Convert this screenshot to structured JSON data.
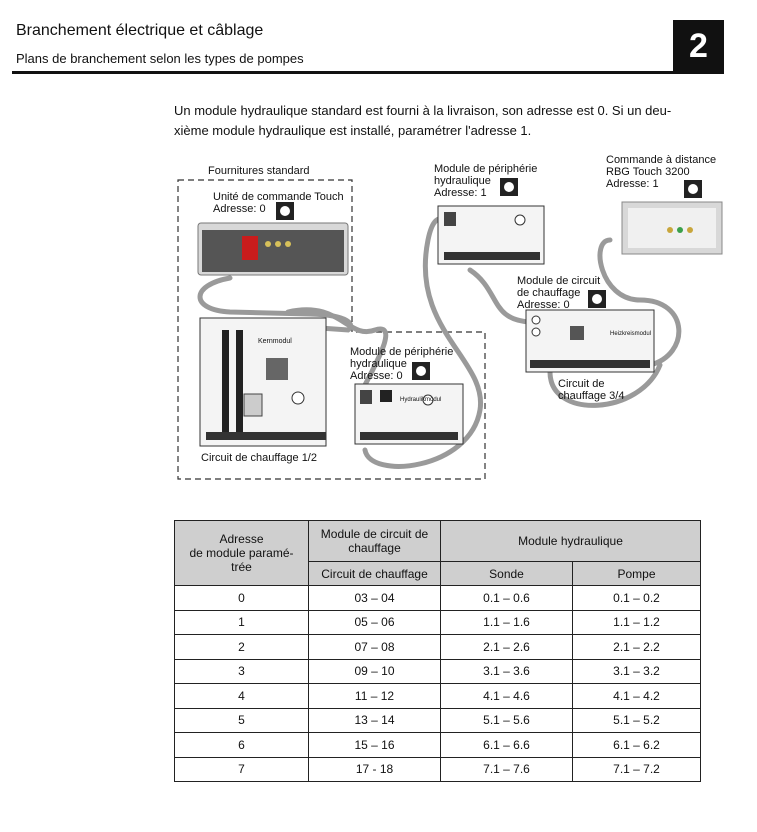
{
  "header": {
    "title": "Branchement électrique et câblage",
    "subtitle": "Plans de branchement selon les types de pompes",
    "chapter": "2"
  },
  "intro": {
    "line1": "Un module hydraulique standard est fourni à la livraison, son adresse est 0. Si un deu-",
    "line2": "xième module hydraulique est installé, paramétrer l'adresse 1."
  },
  "diagram": {
    "standard_supplies": "Fournitures standard",
    "touch_unit": {
      "line1": "Unité de commande Touch",
      "line2": "Adresse: 0"
    },
    "hydraulic_periph_1": {
      "line1": "Module de périphérie",
      "line2": "hydraulique",
      "line3": "Adresse: 1"
    },
    "remote_control": {
      "line1": "Commande à distance",
      "line2": "RBG Touch 3200",
      "line3": "Adresse: 1"
    },
    "heating_circuit_module": {
      "line1": "Module de circuit",
      "line2": "de chauffage",
      "line3": "Adresse: 0"
    },
    "hydraulic_periph_0": {
      "line1": "Module de périphérie",
      "line2": "hydraulique",
      "line3": "Adresse: 0"
    },
    "circuit_12": "Circuit de chauffage 1/2",
    "circuit_34": {
      "line1": "Circuit de",
      "line2": "chauffage 3/4"
    },
    "board_labels": {
      "kernmodul": "Kernmodul",
      "hydraulikmodul": "Hydraulikmodul",
      "heizkreismodul": "Heizkreismodul"
    }
  },
  "table": {
    "head1": {
      "line1": "Adresse",
      "line2": "de module paramé-",
      "line3": "trée"
    },
    "head2": {
      "line1": "Module de circuit de",
      "line2": "chauffage"
    },
    "head3": "Module hydraulique",
    "sub_circuit": "Circuit de chauffage",
    "sub_sonde": "Sonde",
    "sub_pompe": "Pompe",
    "rows": [
      {
        "addr": "0",
        "circuit": "03 – 04",
        "sonde": "0.1 – 0.6",
        "pompe": "0.1 – 0.2"
      },
      {
        "addr": "1",
        "circuit": "05 – 06",
        "sonde": "1.1 – 1.6",
        "pompe": "1.1 – 1.2"
      },
      {
        "addr": "2",
        "circuit": "07 – 08",
        "sonde": "2.1 – 2.6",
        "pompe": "2.1 – 2.2"
      },
      {
        "addr": "3",
        "circuit": "09 – 10",
        "sonde": "3.1 – 3.6",
        "pompe": "3.1 – 3.2"
      },
      {
        "addr": "4",
        "circuit": "11 – 12",
        "sonde": "4.1 – 4.6",
        "pompe": "4.1 – 4.2"
      },
      {
        "addr": "5",
        "circuit": "13 – 14",
        "sonde": "5.1 – 5.6",
        "pompe": "5.1 – 5.2"
      },
      {
        "addr": "6",
        "circuit": "15 – 16",
        "sonde": "6.1 – 6.6",
        "pompe": "6.1 – 6.2"
      },
      {
        "addr": "7",
        "circuit": "17 - 18",
        "sonde": "7.1 – 7.6",
        "pompe": "7.1 – 7.2"
      }
    ]
  }
}
